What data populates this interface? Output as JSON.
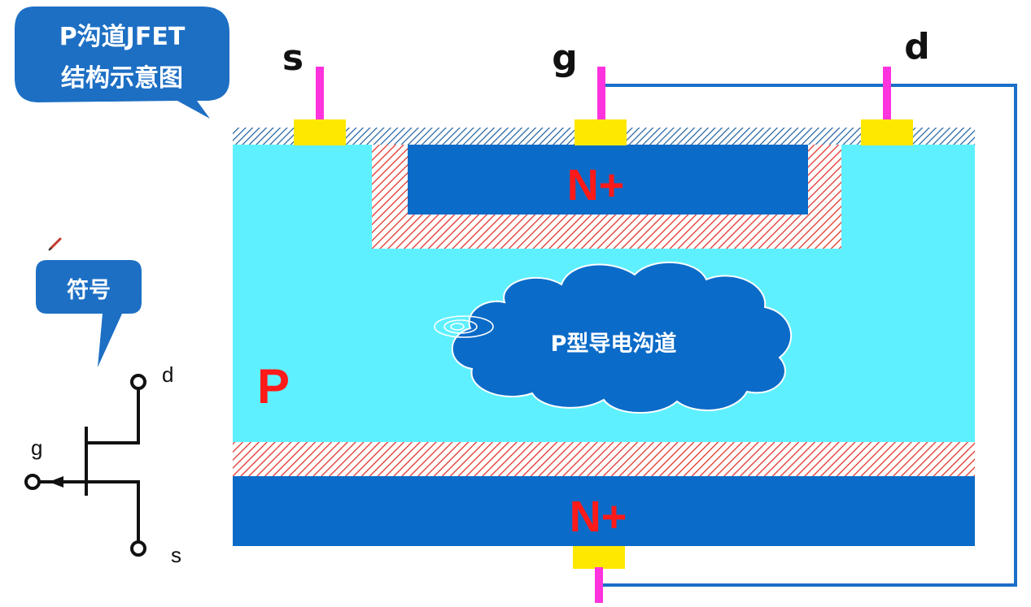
{
  "title_bubble": {
    "line1": "P沟道JFET",
    "line2": "结构示意图"
  },
  "symbol_bubble": {
    "label": "符号"
  },
  "terminals": {
    "source": "s",
    "gate": "g",
    "drain": "d"
  },
  "regions": {
    "top_gate": "N+",
    "bottom_gate": "N+",
    "substrate": "P"
  },
  "channel_cloud": {
    "label": "P型导电沟道"
  },
  "symbol": {
    "drain": "d",
    "gate": "g",
    "source": "s"
  },
  "colors": {
    "bubble_blue": "#1d6fc4",
    "p_region": "#5ff0ff",
    "n_plus": "#0b6bc8",
    "contact": "#ffe800",
    "lead": "#ff33dd",
    "wire": "#1a6fc8",
    "label_red": "#ff1a1a"
  }
}
